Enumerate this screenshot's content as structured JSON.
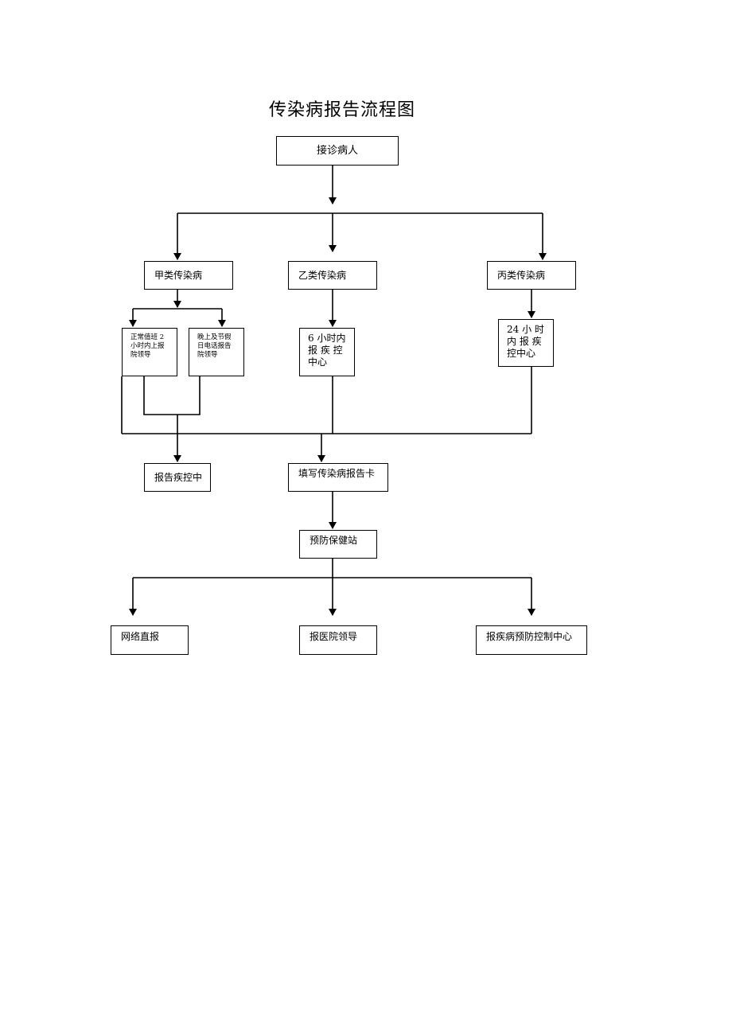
{
  "title": "传染病报告流程图",
  "nodes": {
    "reception": "接诊病人",
    "class_a": "甲类传染病",
    "class_b": "乙类传染病",
    "class_c": "丙类传染病",
    "class_a_daytime": "正常值班 2\n小时内上报\n院领导",
    "class_a_night_holiday": "晚上及节假\n日电话报告\n院领导",
    "class_b_6h": "6 小时内\n报 疾 控\n中心",
    "class_c_24h": "24 小 时\n内 报 疾\n控中心",
    "report_cdc": "报告疾控中",
    "fill_card": "填写传染病报告卡",
    "prevention_station": "预防保健站",
    "online_report": "网络直报",
    "report_leaders": "报医院领导",
    "report_disease_center": "报疾病预防控制中心"
  }
}
